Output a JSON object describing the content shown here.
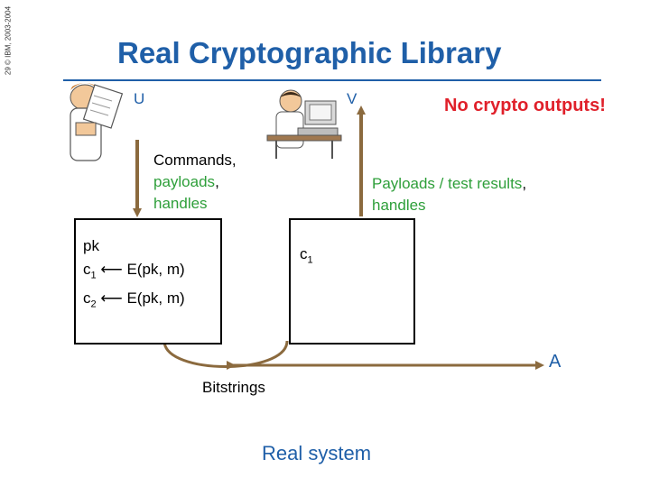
{
  "side_note": "29 © IBM, 2003-2004",
  "title": "Real Cryptographic Library",
  "labels": {
    "user": "U",
    "machine": "V",
    "adversary": "A",
    "no_crypto": "No crypto outputs!",
    "bitstrings": "Bitstrings",
    "caption": "Real system",
    "c1": "c",
    "c1_sub": "1"
  },
  "commands": {
    "line1": "Commands,",
    "line2": "payloads",
    "line2_suffix": ",",
    "line3": "handles"
  },
  "payloads": {
    "line1_green": "Payloads / test results",
    "line1_suffix": ",",
    "line2": "handles"
  },
  "left_box": {
    "line1": "pk",
    "line2_pre": "c",
    "line2_sub": "1",
    "line2_post": " E(pk, m)",
    "line3_pre": "c",
    "line3_sub": "2",
    "line3_post": " E(pk, m)"
  },
  "colors": {
    "title": "#1f5fa8",
    "arrows": "#8b6a3e",
    "warning": "#e0202a",
    "green": "#2e9f3a"
  }
}
